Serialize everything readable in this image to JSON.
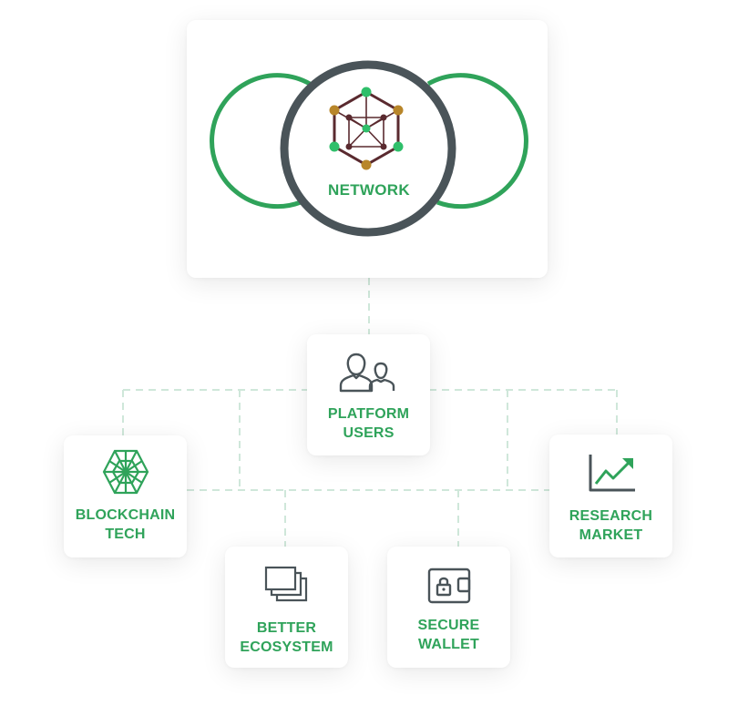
{
  "hub": {
    "label": "NETWORK",
    "icon": "network-hexagon-icon",
    "ring_color": "#4a5459",
    "accent_color": "#2fa35a"
  },
  "nodes": {
    "platform_users": {
      "line1": "PLATFORM",
      "line2": "USERS",
      "icon": "users-icon"
    },
    "blockchain_tech": {
      "line1": "BLOCKCHAIN",
      "line2": "TECH",
      "icon": "blockchain-hexagon-icon"
    },
    "research_market": {
      "line1": "RESEARCH",
      "line2": "MARKET",
      "icon": "trend-chart-icon"
    },
    "better_ecosystem": {
      "line1": "BETTER",
      "line2": "ECOSYSTEM",
      "icon": "stacked-windows-icon"
    },
    "secure_wallet": {
      "line1": "SECURE",
      "line2": "WALLET",
      "icon": "wallet-lock-icon"
    }
  },
  "colors": {
    "label_green": "#2fa35a",
    "icon_dark": "#4a5459",
    "connector": "#cfe7da"
  }
}
